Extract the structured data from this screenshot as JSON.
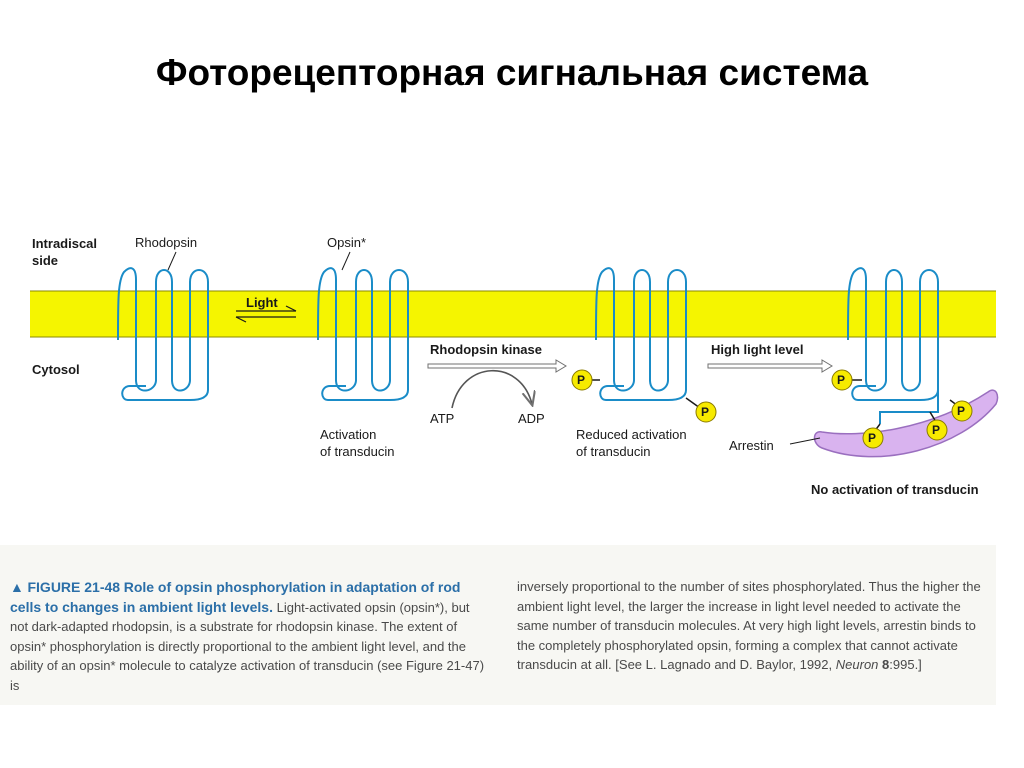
{
  "title": "Фоторецепторная сигнальная система",
  "diagram": {
    "side_labels": {
      "intradiscal": [
        "Intradiscal",
        "side"
      ],
      "cytosol": "Cytosol"
    },
    "labels": {
      "rhodopsin": "Rhodopsin",
      "opsin_star": "Opsin*",
      "light": "Light",
      "rhodopsin_kinase": "Rhodopsin kinase",
      "atp": "ATP",
      "adp": "ADP",
      "high_light_level": "High light level",
      "activation": [
        "Activation",
        "of transducin"
      ],
      "reduced_activation": [
        "Reduced activation",
        "of transducin"
      ],
      "arrestin": "Arrestin",
      "no_activation": "No activation of transducin",
      "phosphate": "P"
    },
    "colors": {
      "membrane": "#f5f500",
      "protein": "#1a8cc8",
      "arrestin": "#d9b3ef",
      "phosphate": "#f7ea00",
      "arrow": "#707070"
    }
  },
  "caption": {
    "triangle": "▲",
    "figure_label": "FIGURE 21-48",
    "heading": "Role of opsin phosphorylation in adaptation of rod cells to changes in ambient light levels.",
    "left_body": "Light-activated opsin (opsin*), but not dark-adapted rhodopsin, is a substrate for rhodopsin kinase. The extent of opsin* phosphorylation is directly proportional to the ambient light level, and the ability of an opsin* molecule to catalyze activation of transducin (see Figure 21-47) is",
    "right_body": "inversely proportional to the number of sites phosphorylated. Thus the higher the ambient light level, the larger the increase in light level needed to activate the same number of transducin molecules. At very high light levels, arrestin binds to the completely phosphorylated opsin, forming a complex that cannot activate transducin at all.",
    "ref_open": "[See L. Lagnado and D. Baylor, 1992,",
    "ref_journal": "Neuron",
    "ref_volume": "8",
    "ref_pages": ":995.]"
  }
}
